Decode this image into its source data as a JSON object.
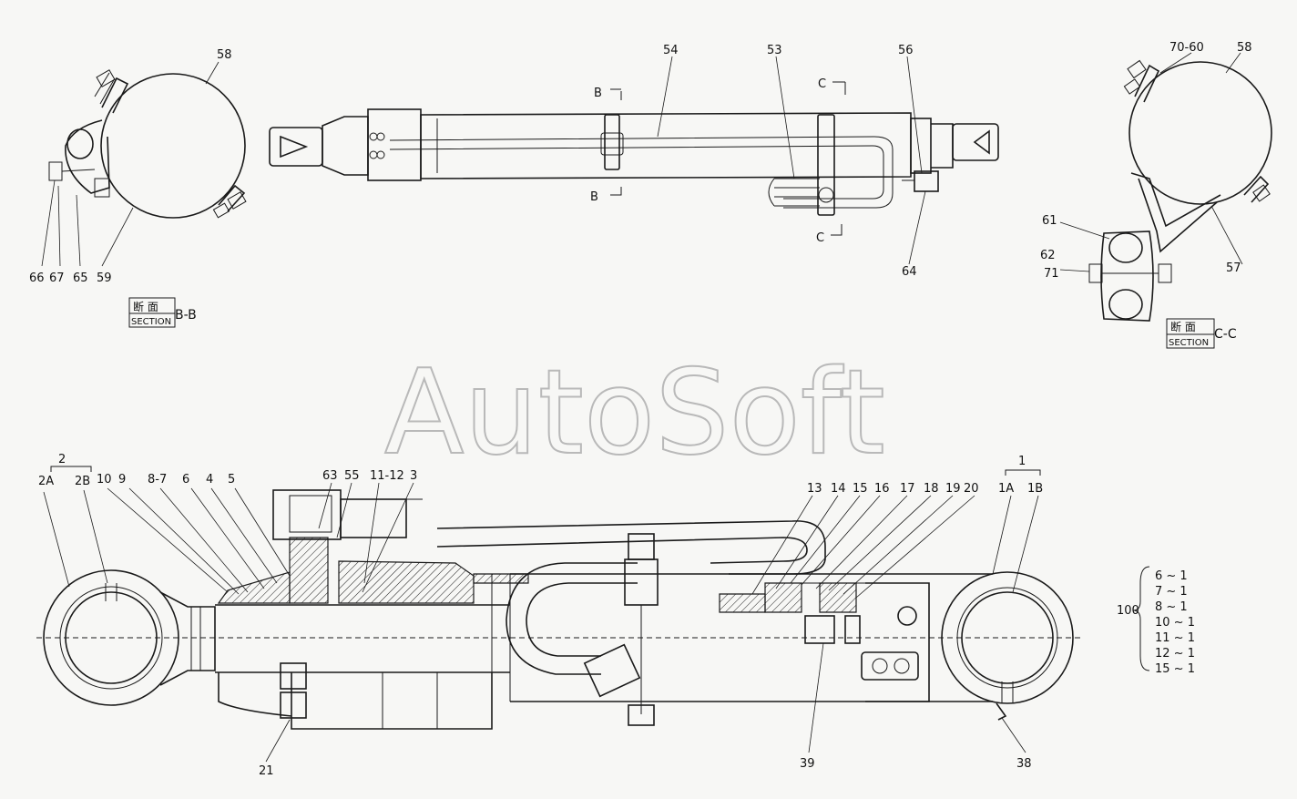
{
  "watermark": "AutoSoft",
  "sections": {
    "bb": {
      "jp": "断 面",
      "en": "SECTION",
      "id": "B-B"
    },
    "cc": {
      "jp": "断 面",
      "en": "SECTION",
      "id": "C-C"
    }
  },
  "cut_markers": {
    "b": "B",
    "c": "C"
  },
  "labels": {
    "l58a": "58",
    "l66": "66",
    "l67": "67",
    "l65": "65",
    "l59": "59",
    "l54": "54",
    "l53": "53",
    "l56": "56",
    "l64": "64",
    "l7060": "70-60",
    "l58b": "58",
    "l61": "61",
    "l62": "62",
    "l71": "71",
    "l57": "57",
    "l2": "2",
    "l2A": "2A",
    "l2B": "2B",
    "l10": "10",
    "l9": "9",
    "l87": "8-7",
    "l6": "6",
    "l4": "4",
    "l5": "5",
    "l63": "63",
    "l55": "55",
    "l1112": "11-12",
    "l3": "3",
    "l13": "13",
    "l14": "14",
    "l15": "15",
    "l16": "16",
    "l17": "17",
    "l18": "18",
    "l19": "19",
    "l20": "20",
    "l1": "1",
    "l1A": "1A",
    "l1B": "1B",
    "l21": "21",
    "l39": "39",
    "l38": "38"
  },
  "kit": {
    "id": "100",
    "items": [
      "6 ~ 1",
      "7 ~ 1",
      "8 ~ 1",
      "10 ~ 1",
      "11 ~ 1",
      "12 ~ 1",
      "15 ~ 1"
    ]
  }
}
